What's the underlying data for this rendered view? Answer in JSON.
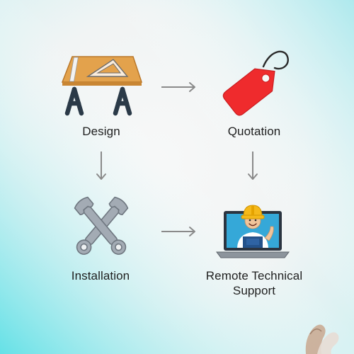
{
  "diagram": {
    "steps": [
      {
        "id": "design",
        "label": "Design",
        "icon": "drafting-table-icon"
      },
      {
        "id": "quotation",
        "label": "Quotation",
        "icon": "price-tag-icon"
      },
      {
        "id": "installation",
        "label": "Installation",
        "icon": "wrenches-icon"
      },
      {
        "id": "support",
        "label_line1": "Remote Technical",
        "label_line2": "Support",
        "icon": "technician-laptop-icon"
      }
    ],
    "arrows": [
      {
        "from": "design",
        "to": "quotation",
        "direction": "right"
      },
      {
        "from": "design",
        "to": "installation",
        "direction": "down"
      },
      {
        "from": "quotation",
        "to": "support",
        "direction": "down"
      },
      {
        "from": "installation",
        "to": "support",
        "direction": "right"
      }
    ],
    "colors": {
      "background_left": "#7fe3e6",
      "background_center": "#f4f6f6",
      "background_right_top": "#c8f0f2",
      "arrow": "#8a8a8a",
      "tag_red": "#ef2b2d",
      "table_wood": "#e3a24c",
      "wrench_gray": "#9aa3ad",
      "laptop_screen": "#35a8d8",
      "hard_hat": "#f5b91a",
      "overalls_blue": "#24528a"
    }
  }
}
